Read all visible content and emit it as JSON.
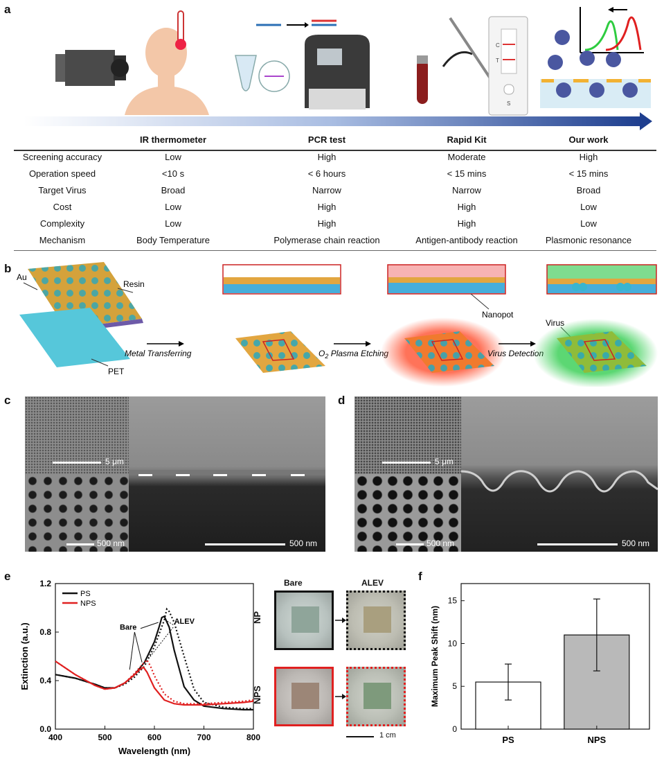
{
  "panels": {
    "a": "a",
    "b": "b",
    "c": "c",
    "d": "d",
    "e": "e",
    "f": "f"
  },
  "table": {
    "columns": [
      "IR thermometer",
      "PCR test",
      "Rapid Kit",
      "Our work"
    ],
    "rows": [
      {
        "label": "Screening accuracy",
        "values": [
          "Low",
          "High",
          "Moderate",
          "High"
        ]
      },
      {
        "label": "Operation speed",
        "values": [
          "<10 s",
          "< 6 hours",
          "< 15 mins",
          "< 15 mins"
        ]
      },
      {
        "label": "Target Virus",
        "values": [
          "Broad",
          "Narrow",
          "Narrow",
          "Broad"
        ]
      },
      {
        "label": "Cost",
        "values": [
          "Low",
          "High",
          "High",
          "Low"
        ]
      },
      {
        "label": "Complexity",
        "values": [
          "Low",
          "High",
          "High",
          "Low"
        ]
      },
      {
        "label": "Mechanism",
        "values": [
          "Body Temperature",
          "Polymerase chain reaction",
          "Antigen-antibody reaction",
          "Plasmonic resonance"
        ]
      }
    ]
  },
  "schematic_b": {
    "au": "Au",
    "resin": "Resin",
    "pet": "PET",
    "nanopot": "Nanopot",
    "virus": "Virus",
    "step1": "Metal Transferring",
    "step2_pre": "O",
    "step2_sub": "2",
    "step2_post": " Plasma Etching",
    "step3": "Virus Detection"
  },
  "sem_c": {
    "top_scale": "5 μm",
    "bottom_scale": "500 nm",
    "right_scale": "500 nm"
  },
  "sem_d": {
    "top_scale": "5 μm",
    "bottom_scale": "500 nm",
    "right_scale": "500 nm"
  },
  "rapid_kit": {
    "c": "C",
    "t": "T",
    "s": "S"
  },
  "photos": {
    "bare": "Bare",
    "alev": "ALEV",
    "np": "NP",
    "nps": "NPS",
    "scale": "1 cm"
  },
  "colors": {
    "red": "#e02020",
    "black": "#111111",
    "arrow_blue": "#1f3f8f",
    "gold": "#e8a531",
    "teal": "#3ab7c9",
    "green": "#2ecc40",
    "bar_nps": "#b9b9b9"
  },
  "chart_data": [
    {
      "type": "line",
      "xlabel": "Wavelength (nm)",
      "ylabel": "Extinction (a.u.)",
      "xlim": [
        400,
        800
      ],
      "ylim": [
        0,
        1.2
      ],
      "xticks": [
        400,
        500,
        600,
        700,
        800
      ],
      "yticks": [
        0,
        0.4,
        0.8,
        1.2
      ],
      "ytick_labels": [
        "0.0",
        "0.4",
        "0.8",
        "1.2"
      ],
      "legend": [
        "PS",
        "NPS"
      ],
      "legend_placement": "top-left",
      "annotations": [
        "Bare",
        "ALEV"
      ],
      "series": [
        {
          "name": "PS",
          "style": "solid",
          "color": "#111111",
          "x": [
            400,
            440,
            480,
            500,
            520,
            540,
            560,
            580,
            600,
            610,
            615,
            620,
            630,
            640,
            660,
            680,
            700,
            740,
            780,
            800
          ],
          "y": [
            0.45,
            0.42,
            0.37,
            0.34,
            0.34,
            0.38,
            0.45,
            0.55,
            0.72,
            0.85,
            0.92,
            0.93,
            0.84,
            0.65,
            0.35,
            0.24,
            0.19,
            0.17,
            0.16,
            0.16
          ]
        },
        {
          "style": "dotted",
          "color": "#111111",
          "x": [
            400,
            440,
            480,
            500,
            520,
            540,
            560,
            580,
            600,
            620,
            625,
            630,
            640,
            660,
            680,
            700,
            740,
            780,
            800
          ],
          "y": [
            0.45,
            0.42,
            0.37,
            0.34,
            0.34,
            0.37,
            0.43,
            0.52,
            0.68,
            0.9,
            0.99,
            0.97,
            0.88,
            0.6,
            0.33,
            0.22,
            0.18,
            0.17,
            0.17
          ]
        },
        {
          "name": "NPS",
          "style": "solid",
          "color": "#e02020",
          "x": [
            400,
            440,
            480,
            500,
            520,
            540,
            560,
            570,
            578,
            585,
            600,
            620,
            640,
            660,
            700,
            740,
            780,
            800
          ],
          "y": [
            0.56,
            0.45,
            0.36,
            0.33,
            0.34,
            0.38,
            0.45,
            0.49,
            0.51,
            0.47,
            0.34,
            0.24,
            0.21,
            0.2,
            0.2,
            0.21,
            0.22,
            0.23
          ]
        },
        {
          "style": "dotted",
          "color": "#e02020",
          "x": [
            400,
            440,
            480,
            500,
            520,
            540,
            560,
            575,
            585,
            592,
            600,
            620,
            640,
            660,
            700,
            740,
            780,
            800
          ],
          "y": [
            0.56,
            0.45,
            0.36,
            0.33,
            0.34,
            0.38,
            0.46,
            0.53,
            0.57,
            0.52,
            0.44,
            0.29,
            0.23,
            0.21,
            0.21,
            0.22,
            0.23,
            0.24
          ]
        }
      ]
    },
    {
      "type": "bar",
      "ylabel": "Maximum Peak  Shift (nm)",
      "categories": [
        "PS",
        "NPS"
      ],
      "values": [
        5.5,
        11.0
      ],
      "errors": [
        2.1,
        4.2
      ],
      "ylim": [
        0,
        17
      ],
      "yticks": [
        0,
        5,
        10,
        15
      ]
    }
  ]
}
